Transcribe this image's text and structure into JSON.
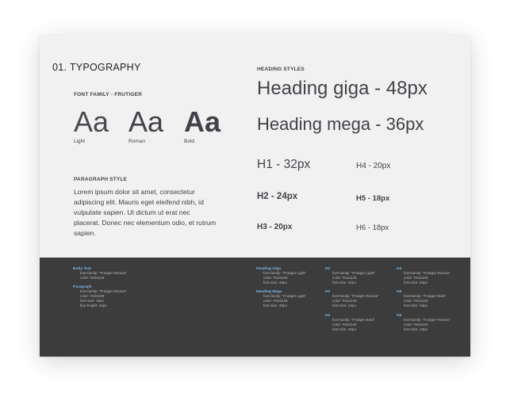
{
  "section_title": "01. TYPOGRAPHY",
  "font_family": {
    "label": "FONT FAMILY - FRUTIGER",
    "samples": [
      {
        "glyphs": "Aa",
        "caption": "Light"
      },
      {
        "glyphs": "Aa",
        "caption": "Roman"
      },
      {
        "glyphs": "Aa",
        "caption": "Bold"
      }
    ]
  },
  "paragraph": {
    "label": "PARAGRAPH STYLE",
    "text": "Lorem ipsum dolor sit amet, consectetur adipiscing elit. Mauris eget eleifend nibh, id vulputate sapien. Ut dictum ut erat nec placerat. Donec nec elementum odio, et rutrum sapien."
  },
  "heading_styles": {
    "label": "HEADING STYLES",
    "giga": "Heading giga - 48px",
    "mega": "Heading mega - 36px",
    "h1": "H1 - 32px",
    "h2": "H2 - 24px",
    "h3": "H3 - 20px",
    "h4": "H4 - 20px",
    "h5": "H5 - 18px",
    "h6": "H6 - 18px"
  },
  "specs": {
    "body_text": {
      "title": "Body Text",
      "lines": [
        "font-family: \"Frutiger Roman\"",
        "color: #424249"
      ]
    },
    "paragraph": {
      "title": "Paragraph",
      "lines": [
        "font-family: \"Frutiger Roman\"",
        "color: #424249",
        "font-size: 16px",
        "line-height: 24px"
      ]
    },
    "heading_giga": {
      "title": "Heading Giga",
      "lines": [
        "font-family: \"Frutiger Light\"",
        "color: #424249",
        "font-size: 48px"
      ]
    },
    "heading_mega": {
      "title": "Heading Mega",
      "lines": [
        "font-family: \"Frutiger Light\"",
        "color: #424249",
        "font-size: 36px"
      ]
    },
    "h1": {
      "title": "H1",
      "lines": [
        "font-family: \"Frutiger Light\"",
        "color: #424249",
        "font-size: 32px"
      ]
    },
    "h2": {
      "title": "H2",
      "lines": [
        "font-family: \"Frutiger Roman\"",
        "color: #424249",
        "font-size: 24px"
      ]
    },
    "h3": {
      "title": "H3",
      "lines": [
        "font-family: \"Frutiger Bold\"",
        "color: #424249",
        "font-size: 20px"
      ]
    },
    "h4": {
      "title": "H4",
      "lines": [
        "font-family: \"Frutiger Roman\"",
        "color: #424249",
        "font-size: 20px"
      ]
    },
    "h5": {
      "title": "H5",
      "lines": [
        "font-family: \"Frutiger Bold\"",
        "color: #424249",
        "font-size: 18px"
      ]
    },
    "h6": {
      "title": "H6",
      "lines": [
        "font-family: \"Frutiger Roman\"",
        "color: #424249",
        "font-size: 18px"
      ]
    }
  },
  "colors": {
    "text": "#424249",
    "panel_bg": "#f1f1f1",
    "dark_bg": "#3c3c3c",
    "spec_title": "#7fb6e0"
  }
}
